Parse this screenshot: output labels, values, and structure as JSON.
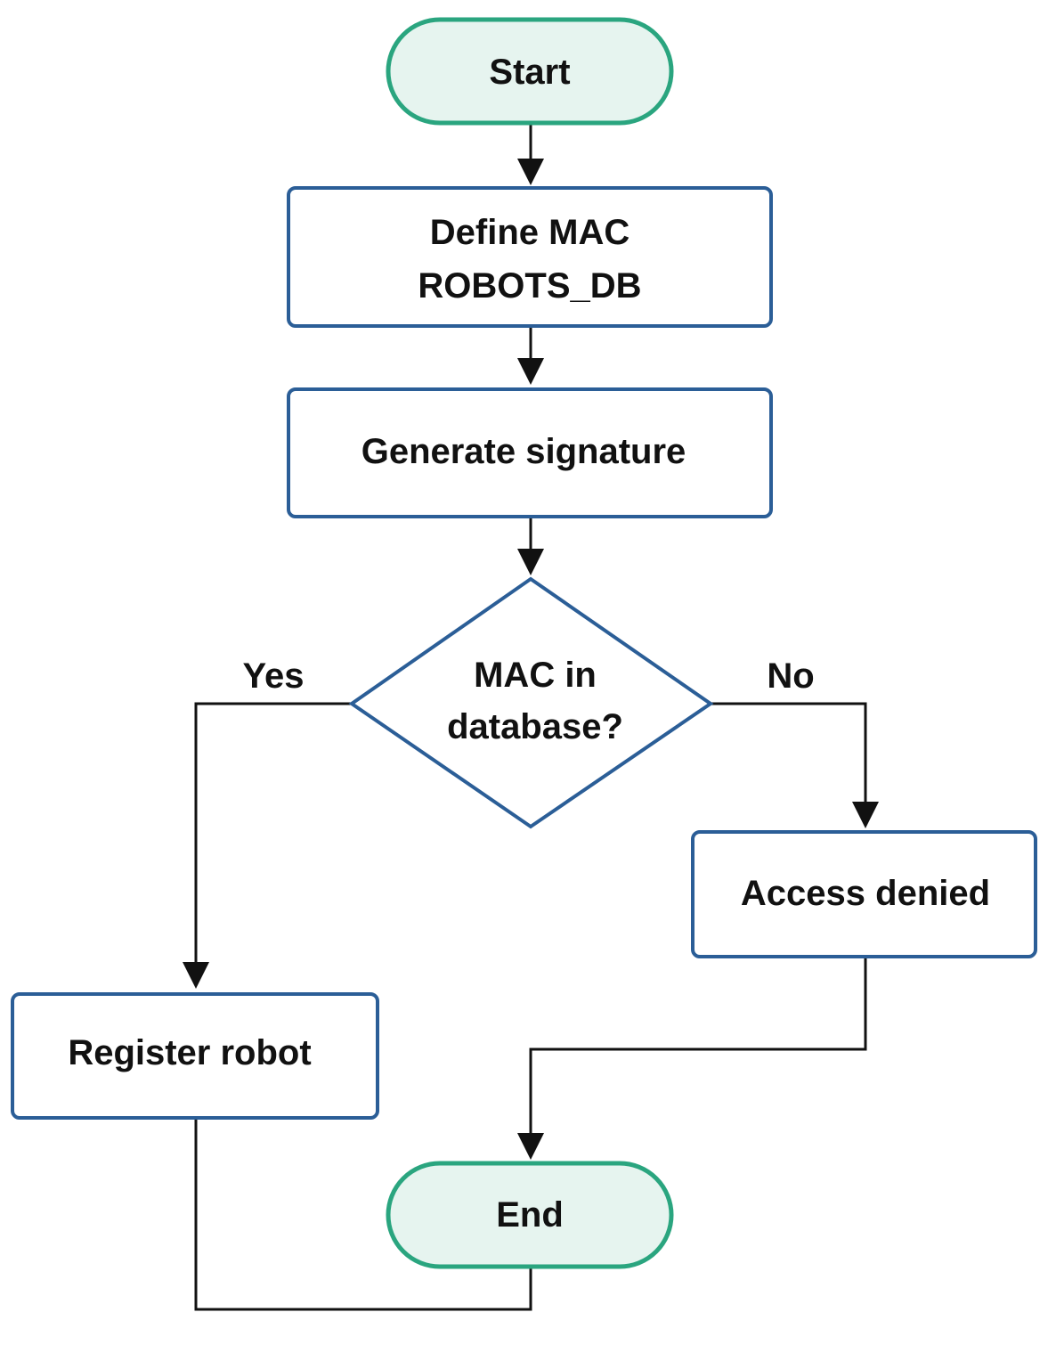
{
  "colors": {
    "terminal_stroke": "#2aa57f",
    "terminal_fill": "#e6f4ef",
    "process_stroke": "#2b5e97",
    "process_fill": "#ffffff",
    "arrow": "#111111",
    "text": "#111111"
  },
  "nodes": {
    "start": {
      "label": "Start"
    },
    "define": {
      "line1": "Define MAC",
      "line2": "ROBOTS_DB"
    },
    "generate": {
      "label": "Generate signature"
    },
    "decision": {
      "line1": "MAC in",
      "line2": "database?"
    },
    "access_denied": {
      "label": "Access denied"
    },
    "register": {
      "label": "Register robot"
    },
    "end": {
      "label": "End"
    }
  },
  "edges": {
    "yes_label": "Yes",
    "no_label": "No"
  }
}
